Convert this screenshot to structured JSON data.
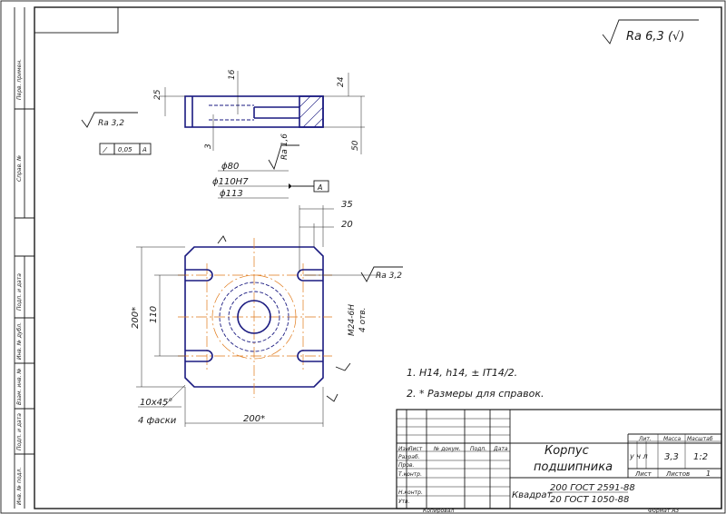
{
  "drawing": {
    "surface_roughness_general": "Ra 6,3 (√)",
    "roughness_labels": {
      "left_face": "Ra 3,2",
      "bore": "Ra 1,6",
      "slot": "Ra 3,2"
    },
    "tolerance_frame": {
      "value": "0,05",
      "datum": "A"
    },
    "datum_label": "A",
    "dimensions": {
      "d16": "16",
      "d25": "25",
      "d24": "24",
      "d3": "3",
      "d50": "50",
      "phi80": "ϕ80",
      "phi110": "ϕ110H7",
      "phi113": "ϕ113",
      "d35": "35",
      "d20": "20",
      "d200v": "200*",
      "d110v": "110",
      "d200h": "200*",
      "chamfer": "10x45°",
      "chamfer_count": "4 фаски",
      "thread": "M24-6H",
      "thread_count": "4 отв."
    },
    "notes": [
      "1. H14, h14, ± IT14/2.",
      "2. * Размеры для справок."
    ]
  },
  "left_strip": {
    "labels": [
      "Перв. примен.",
      "Справ. №",
      "Подп. и дата",
      "Инв. № дубл.",
      "Взам. инв. №",
      "Подп. и дата",
      "Инв. № подл."
    ]
  },
  "title_block": {
    "name_line1": "Корпус",
    "name_line2": "подшипника",
    "material_label": "Квадрат",
    "material_line1": "200 ГОСТ 2591-88",
    "material_line2": "20 ГОСТ 1050-88",
    "col_headers": [
      "Изм",
      "Лист",
      "№ докум.",
      "Подп.",
      "Дата"
    ],
    "row_labels": [
      "Разраб.",
      "Пров.",
      "Т.контр.",
      "Н.контр.",
      "Утв."
    ],
    "lit_header": "Лит.",
    "mass_header": "Масса",
    "scale_header": "Масштаб",
    "lit_value": "у ч л",
    "mass_value": "3,3",
    "scale_value": "1:2",
    "sheet_label": "Лист",
    "sheets_label": "Листов",
    "sheets_value": "1",
    "copied": "Копировал",
    "format": "Формат   A3"
  }
}
